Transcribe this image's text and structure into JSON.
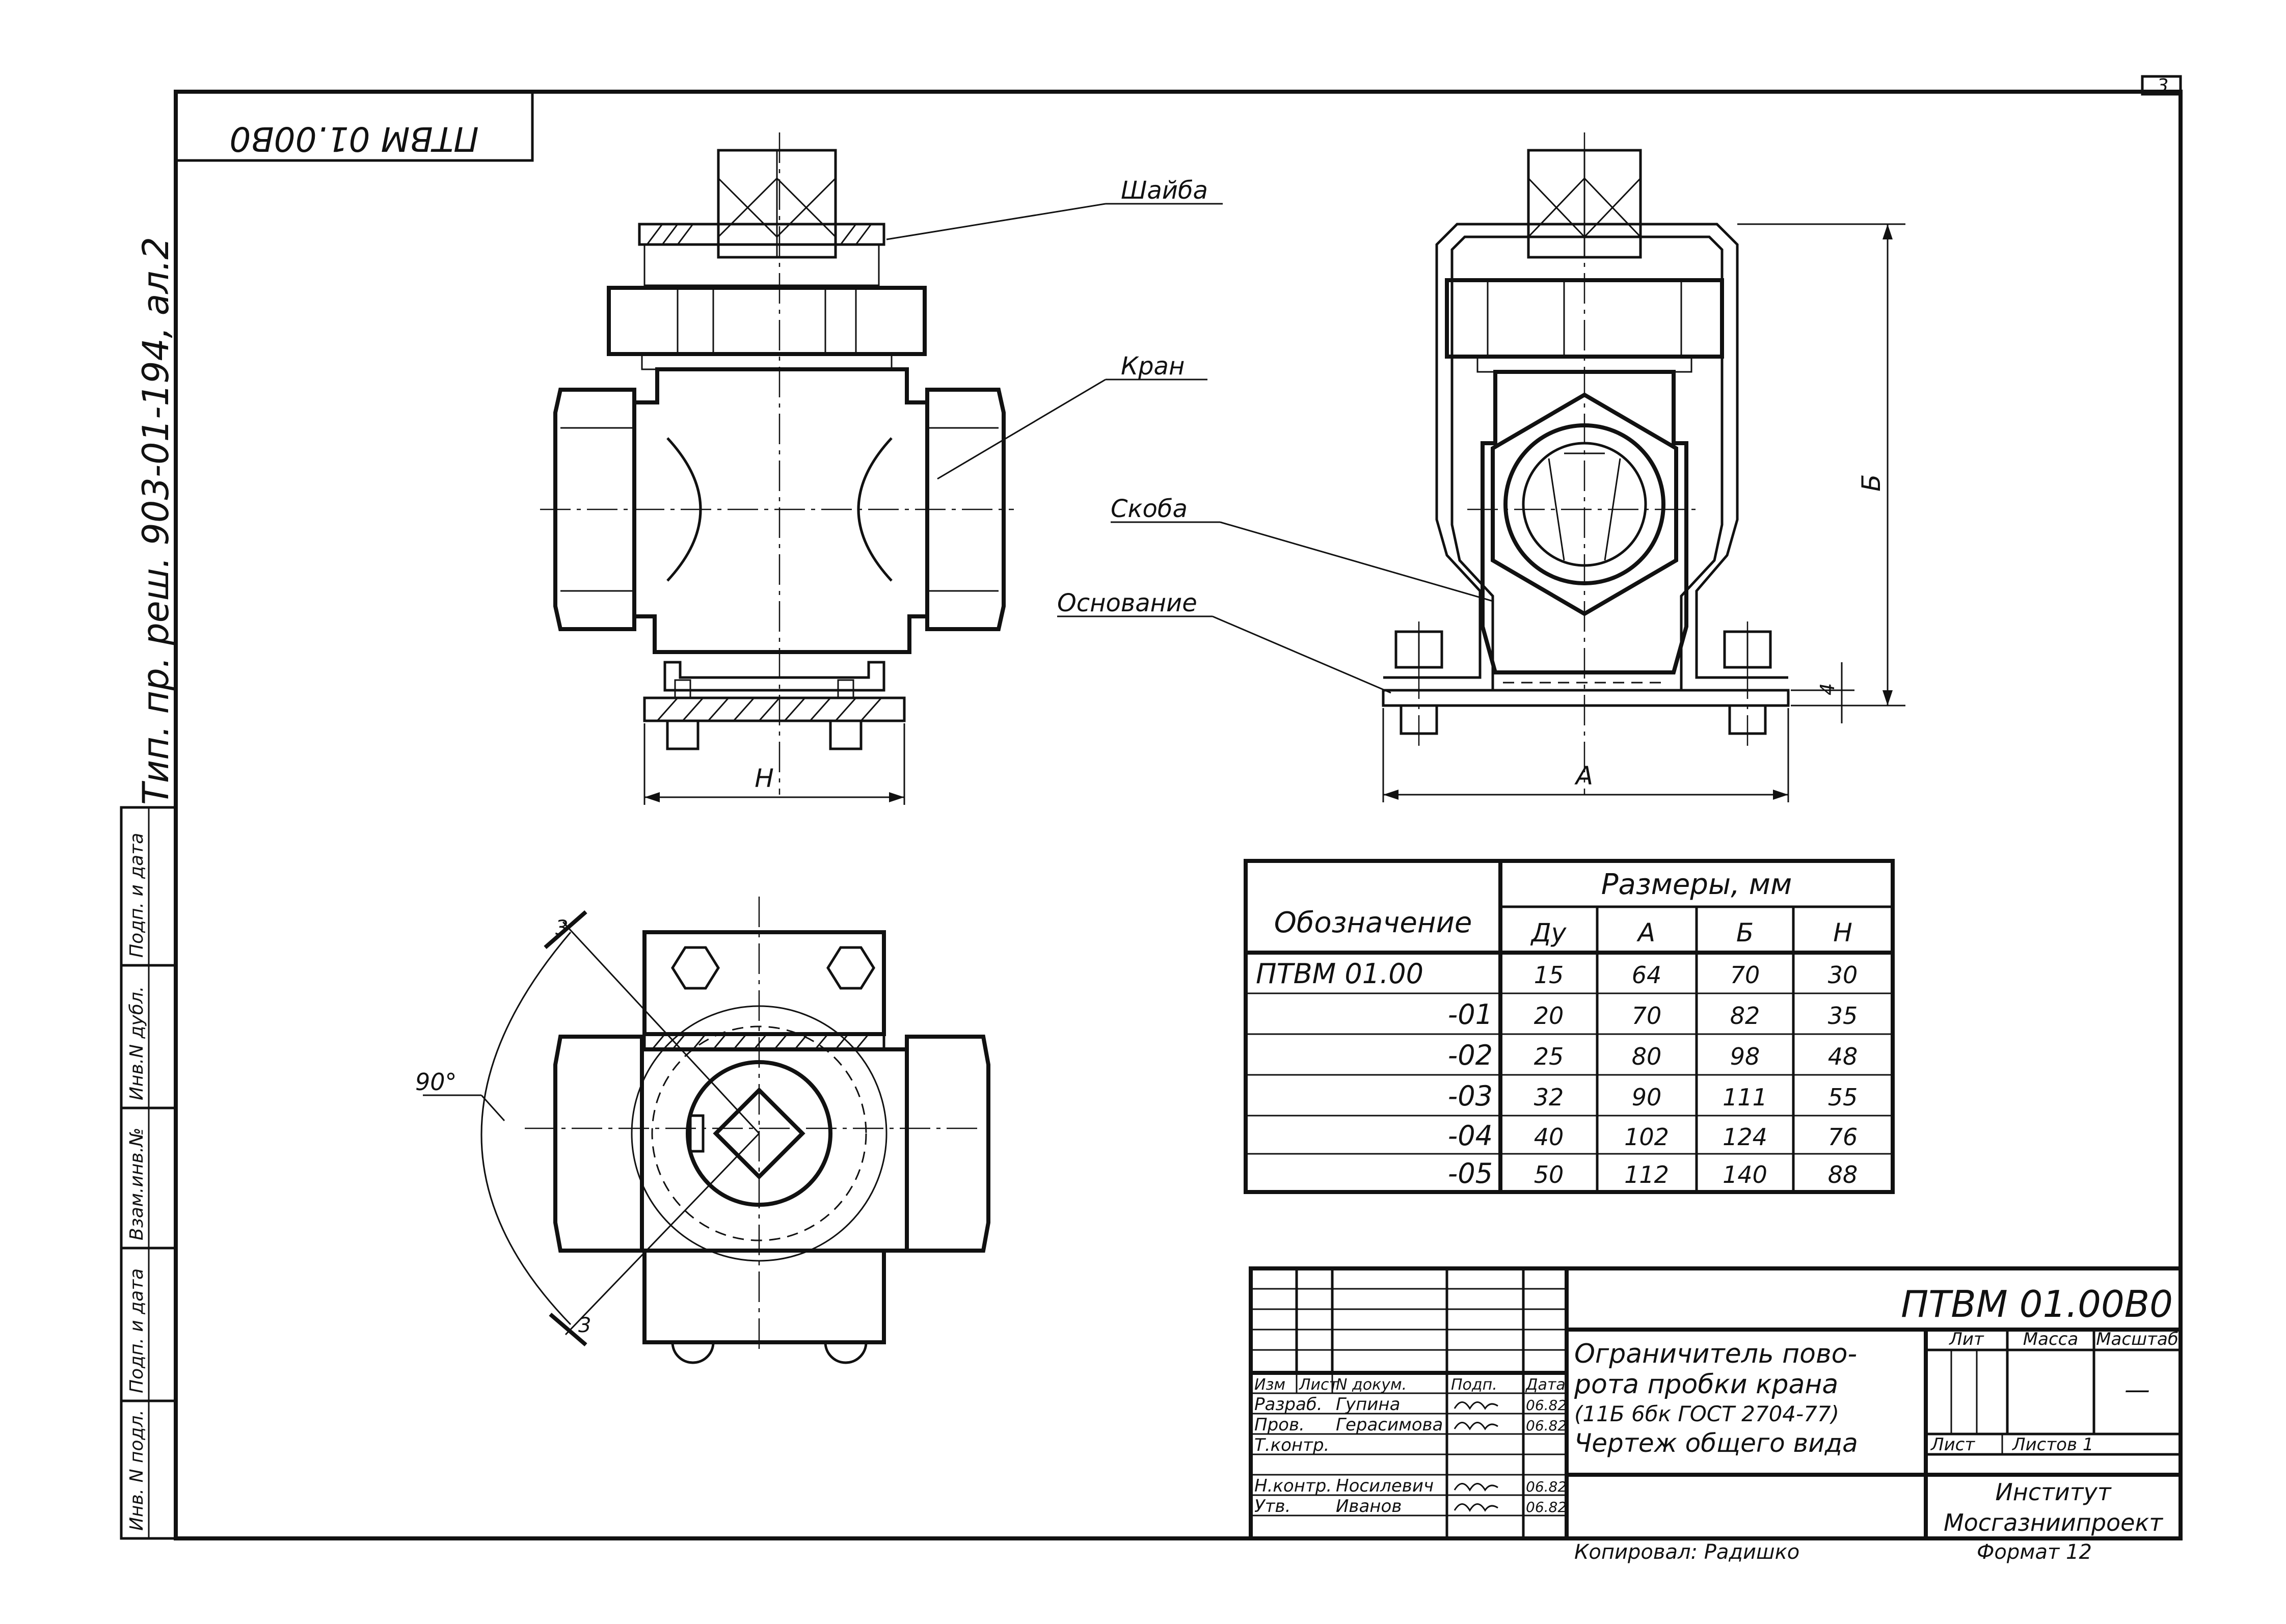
{
  "sheet": {
    "page_number": "3",
    "stamp_code": "ПТВМ 01.00В0",
    "side_text": "Тип. пр. реш. 903-01-194, ал.2"
  },
  "left_strip": {
    "labels": [
      "Инв. N подл.",
      "Подп. и дата",
      "Взам.инв.№",
      "Инв.N дубл.",
      "Подп. и дата"
    ]
  },
  "callouts": {
    "washer": "Шайба",
    "valve": "Кран",
    "bracket": "Скоба",
    "base": "Основание"
  },
  "dimensions": {
    "h": "Н",
    "a": "А",
    "b": "Б",
    "four": "4",
    "angle": "90°",
    "section_top": "3",
    "section_bottom": "3"
  },
  "size_table": {
    "designation_header": "Обозначение",
    "group_header": "Размеры, мм",
    "columns": [
      "Ду",
      "А",
      "Б",
      "Н"
    ],
    "rows": [
      {
        "designation": "ПТВМ 01.00",
        "values": [
          "15",
          "64",
          "70",
          "30"
        ]
      },
      {
        "designation": "-01",
        "values": [
          "20",
          "70",
          "82",
          "35"
        ]
      },
      {
        "designation": "-02",
        "values": [
          "25",
          "80",
          "98",
          "48"
        ]
      },
      {
        "designation": "-03",
        "values": [
          "32",
          "90",
          "111",
          "55"
        ]
      },
      {
        "designation": "-04",
        "values": [
          "40",
          "102",
          "124",
          "76"
        ]
      },
      {
        "designation": "-05",
        "values": [
          "50",
          "112",
          "140",
          "88"
        ]
      }
    ]
  },
  "title_block": {
    "document_code": "ПТВМ 01.00В0",
    "title_line1": "Ограничитель пово-",
    "title_line2": "рота пробки крана",
    "title_line3": "(11Б 6бк ГОСТ 2704-77)",
    "title_line4": "Чертеж общего вида",
    "header_row": [
      "Изм",
      "Лист",
      "N докум.",
      "Подп.",
      "Дата"
    ],
    "people": [
      {
        "role": "Разраб.",
        "name": "Гупина",
        "date": "06.82"
      },
      {
        "role": "Пров.",
        "name": "Герасимова",
        "date": "06.82"
      },
      {
        "role": "Т.контр.",
        "name": "",
        "date": ""
      },
      {
        "role": "Н.контр.",
        "name": "Носилевич",
        "date": "06.82"
      },
      {
        "role": "Утв.",
        "name": "Иванов",
        "date": "06.82"
      }
    ],
    "lit_label": "Лит",
    "mass_label": "Масса",
    "scale_label": "Масштаб",
    "scale_value": "—",
    "sheet_label": "Лист",
    "sheets_label": "Листов 1",
    "institute_line1": "Институт",
    "institute_line2": "Мосгазниипроект",
    "copied_by": "Копировал: Радишко",
    "format": "Формат 12"
  }
}
